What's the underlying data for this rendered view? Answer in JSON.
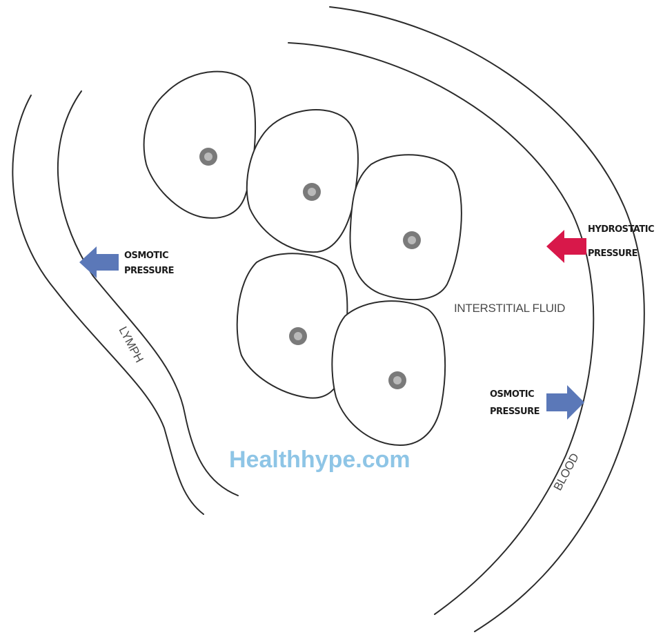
{
  "labels": {
    "lymph": "LYMPH",
    "blood": "BLOOD",
    "interstitial_fluid": "INTERSTITIAL FLUID",
    "osmotic_pressure_left_line1": "OSMOTIC",
    "osmotic_pressure_left_line2": "PRESSURE",
    "hydrostatic_pressure_line1": "HYDROSTATIC",
    "hydrostatic_pressure_line2": "PRESSURE",
    "osmotic_pressure_right_line1": "OSMOTIC",
    "osmotic_pressure_right_line2": "PRESSURE"
  },
  "watermark": "Healthhype.com",
  "colors": {
    "osmotic_arrow": "#5b78b8",
    "hydrostatic_arrow": "#d8184a",
    "watermark": "#8ec5e6"
  }
}
